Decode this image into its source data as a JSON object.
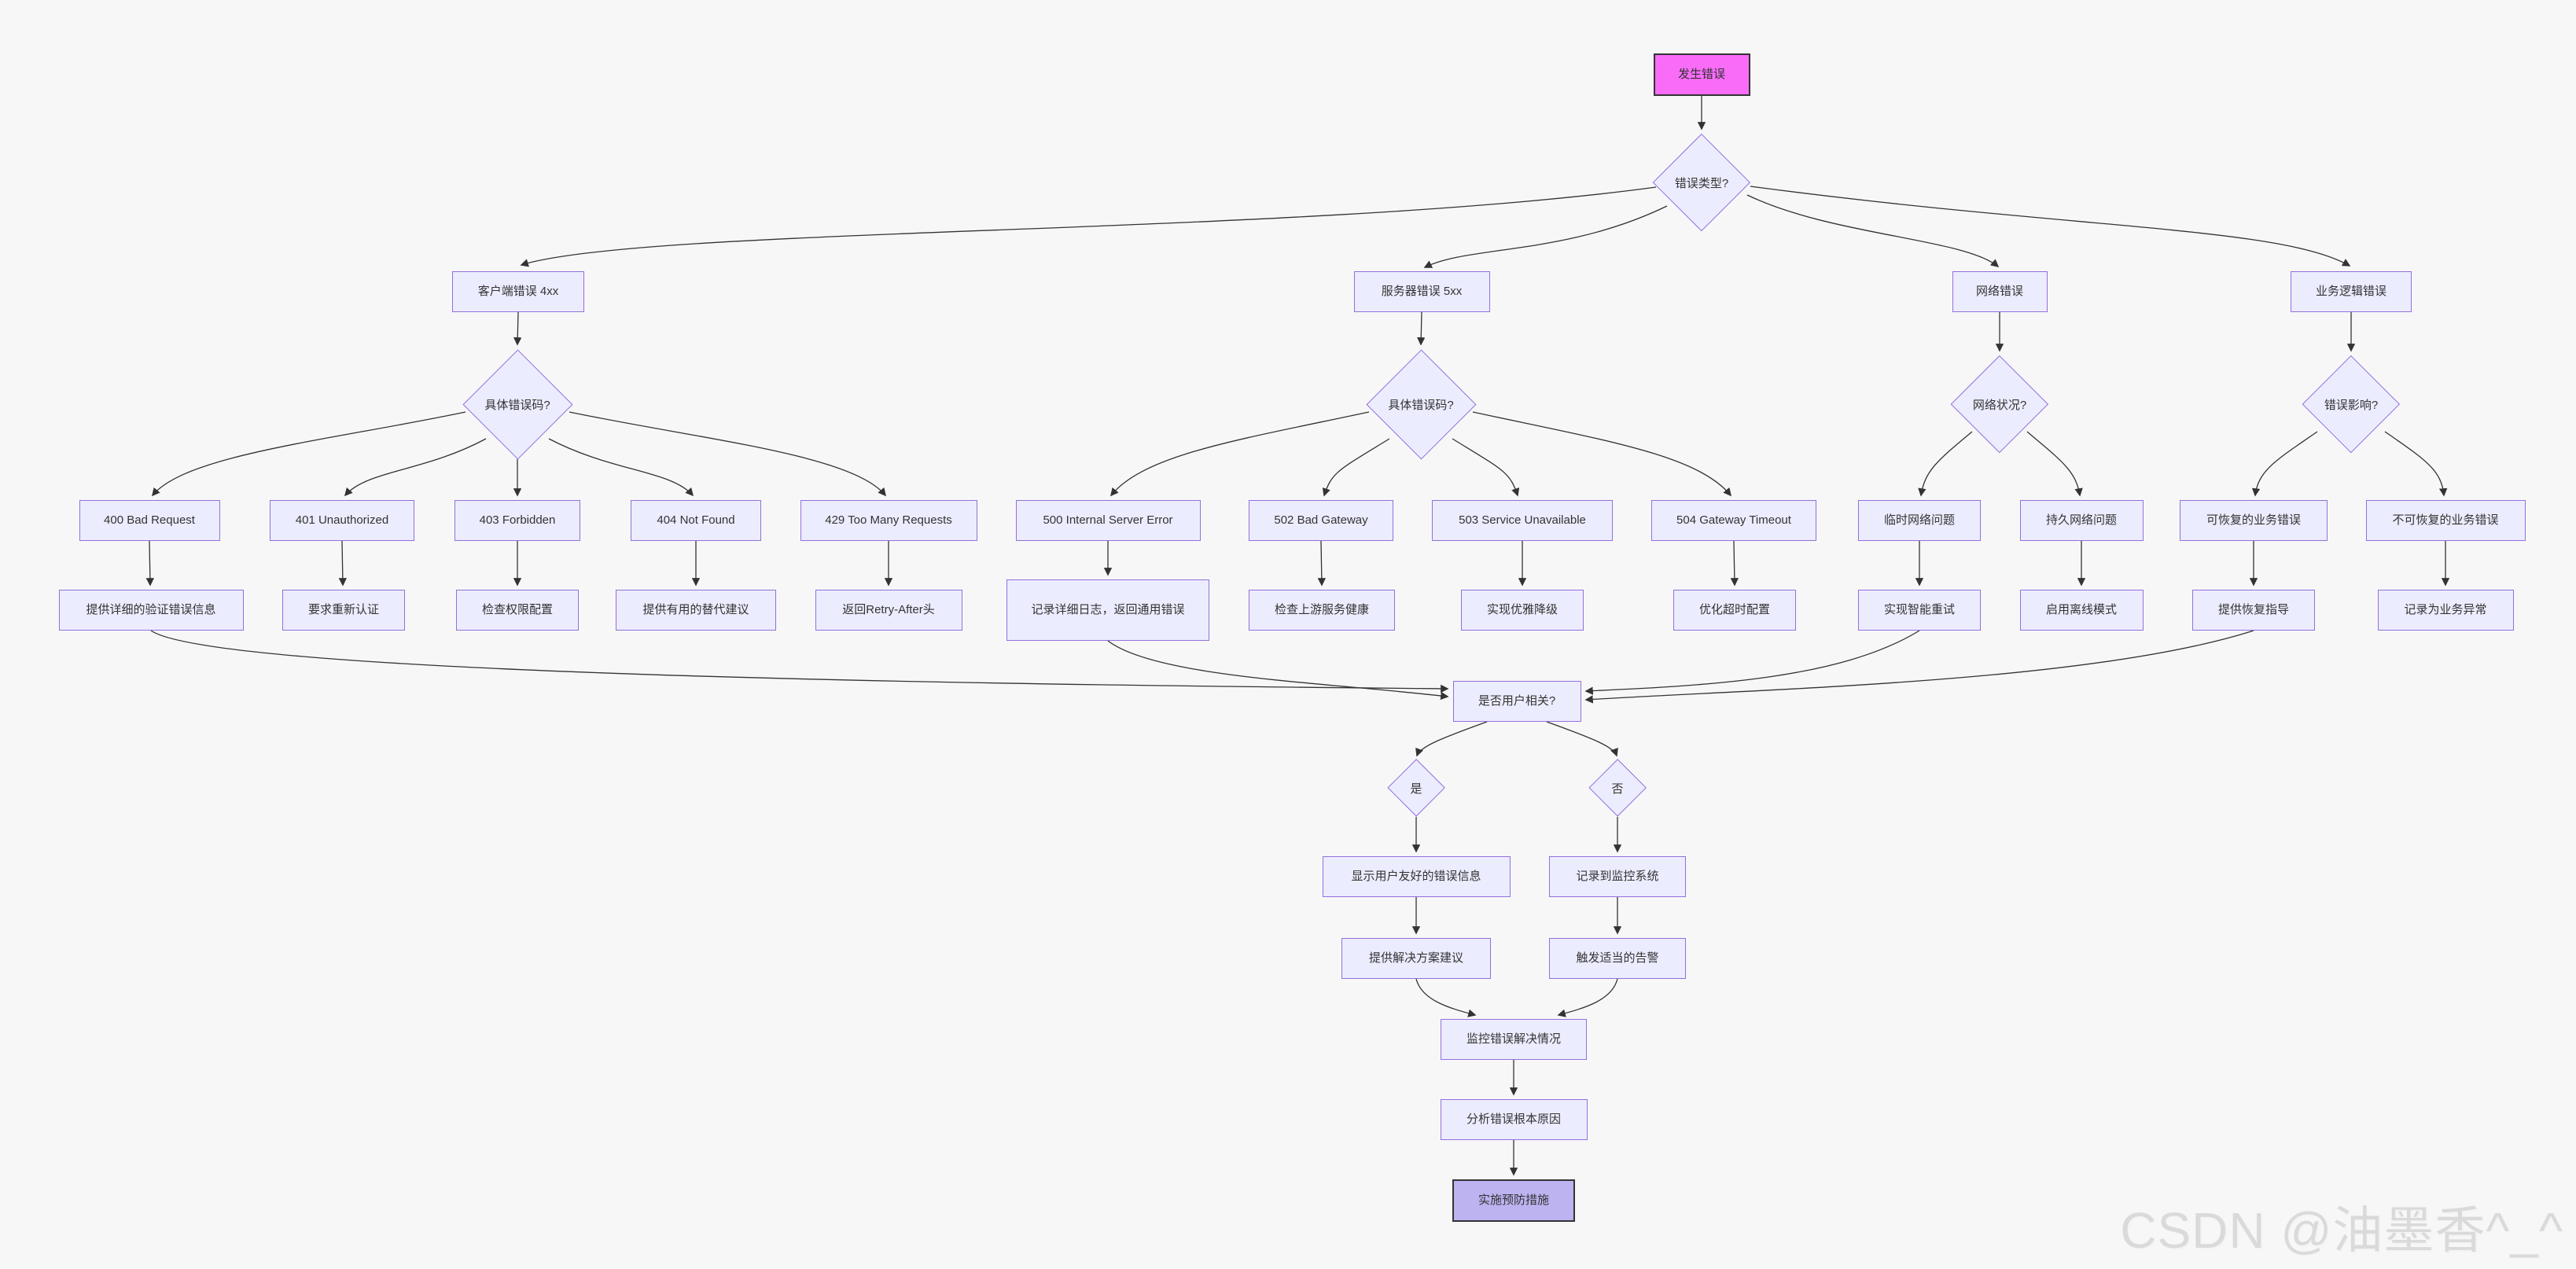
{
  "diagram_type": "flowchart",
  "colors": {
    "background": "#f7f7f8",
    "node_fill": "#ECECFF",
    "node_border": "#9370DB",
    "start_fill": "#f96cf8",
    "end_fill": "#bcb3f0",
    "edge": "#333333"
  },
  "nodes": {
    "start": "发生错误",
    "errType": "错误类型?",
    "client4xx": "客户端错误 4xx",
    "server5xx": "服务器错误 5xx",
    "network": "网络错误",
    "business": "业务逻辑错误",
    "code4q": "具体错误码?",
    "code5q": "具体错误码?",
    "netq": "网络状况?",
    "impactq": "错误影响?",
    "e400": "400 Bad Request",
    "e401": "401 Unauthorized",
    "e403": "403 Forbidden",
    "e404": "404 Not Found",
    "e429": "429 Too Many Requests",
    "e500": "500 Internal Server Error",
    "e502": "502 Bad Gateway",
    "e503": "503 Service Unavailable",
    "e504": "504 Gateway Timeout",
    "tmpNet": "临时网络问题",
    "perNet": "持久网络问题",
    "recov": "可恢复的业务错误",
    "unrec": "不可恢复的业务错误",
    "a400": "提供详细的验证错误信息",
    "a401": "要求重新认证",
    "a403": "检查权限配置",
    "a404": "提供有用的替代建议",
    "a429": "返回Retry-After头",
    "a500": "记录详细日志，返回通用错误",
    "a502": "检查上游服务健康",
    "a503": "实现优雅降级",
    "a504": "优化超时配置",
    "aTmp": "实现智能重试",
    "aPer": "启用离线模式",
    "aRec": "提供恢复指导",
    "aUnr": "记录为业务异常",
    "userq": "是否用户相关?",
    "yes": "是",
    "no": "否",
    "showMsg": "显示用户友好的错误信息",
    "logMon": "记录到监控系统",
    "suggest": "提供解决方案建议",
    "alert": "触发适当的告警",
    "monitor": "监控错误解决情况",
    "analyze": "分析错误根本原因",
    "prevent": "实施预防措施"
  },
  "watermark": "CSDN @油墨香^_^"
}
